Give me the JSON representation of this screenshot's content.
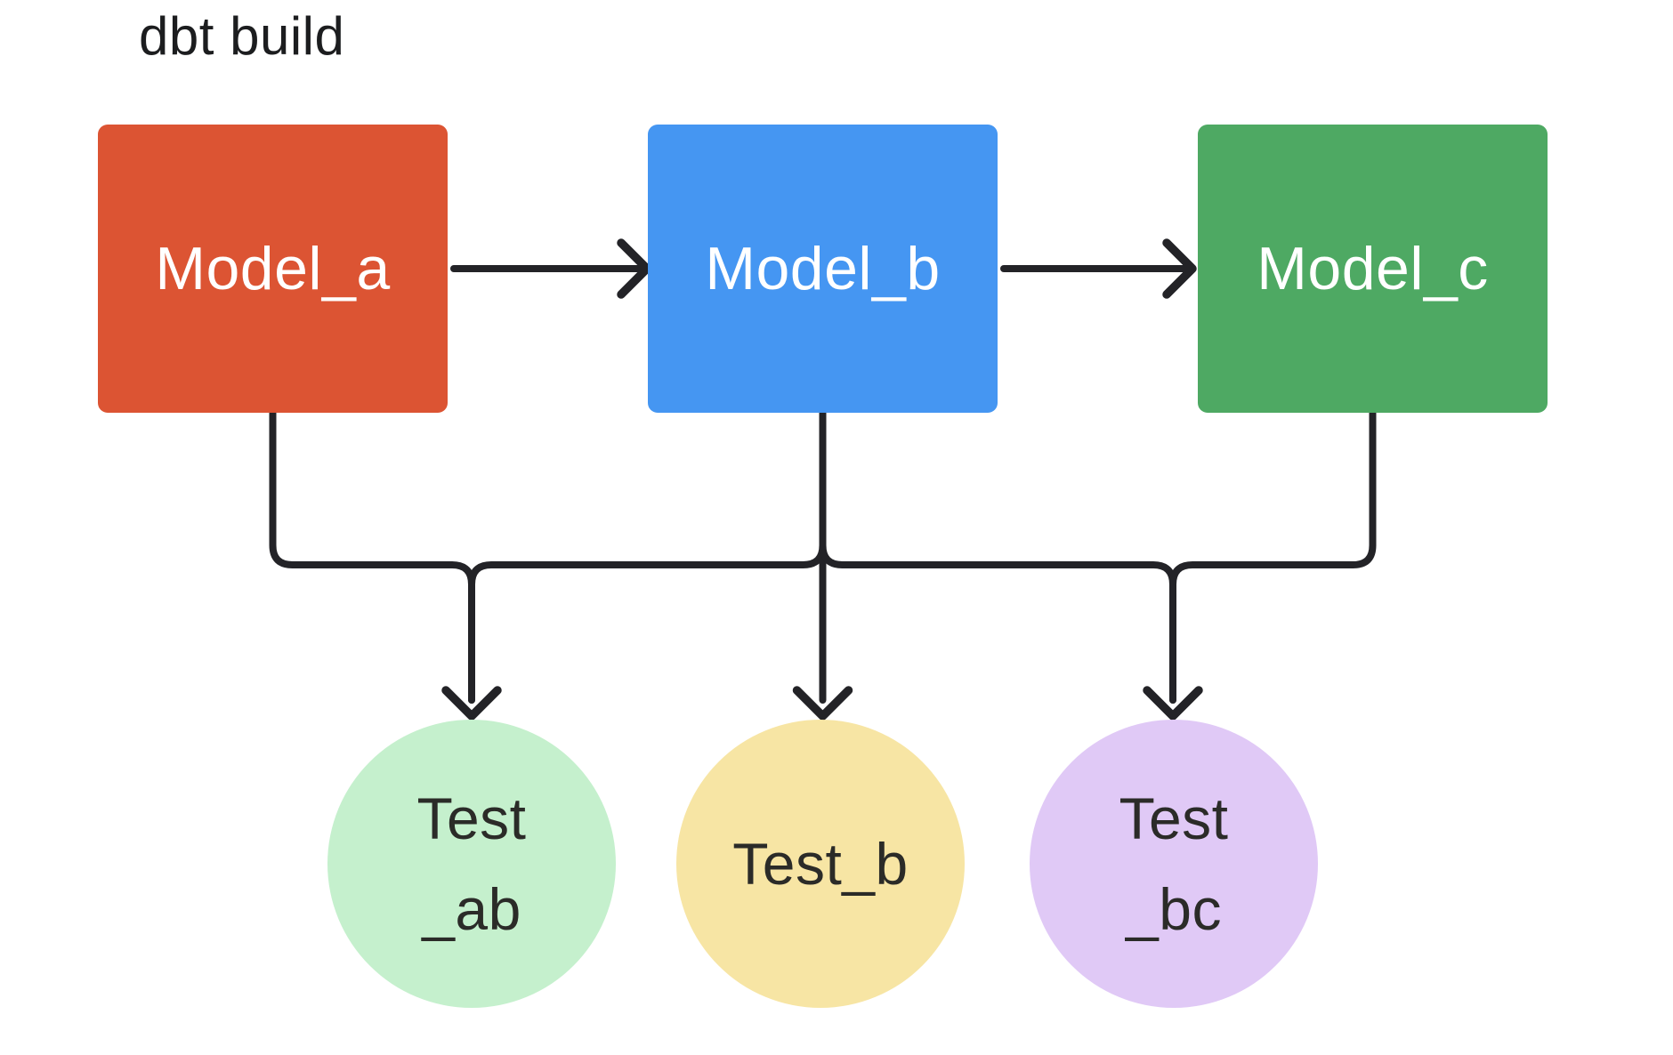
{
  "title": "dbt build",
  "diagram": {
    "background": "#ffffff",
    "line_color": "#232327",
    "title_color": "#1c1d1f"
  },
  "nodes": {
    "model_a": {
      "label": "Model_a",
      "color": "#dc5433",
      "text_color": "#ffffff"
    },
    "model_b": {
      "label": "Model_b",
      "color": "#4596f2",
      "text_color": "#ffffff"
    },
    "model_c": {
      "label": "Model_c",
      "color": "#4ea963",
      "text_color": "#ffffff"
    },
    "test_ab": {
      "line1": "Test",
      "line2": "_ab",
      "color": "#c5f0cd",
      "text_color": "#2b2b28"
    },
    "test_b": {
      "line1": "Test_b",
      "color": "#f7e5a4",
      "text_color": "#2b2b28"
    },
    "test_bc": {
      "line1": "Test",
      "line2": "_bc",
      "color": "#e0c9f6",
      "text_color": "#2b2b28"
    }
  },
  "edges": [
    {
      "from": "Model_a",
      "to": "Model_b"
    },
    {
      "from": "Model_b",
      "to": "Model_c"
    },
    {
      "from": "Model_a",
      "to": "Test_ab"
    },
    {
      "from": "Model_b",
      "to": "Test_ab"
    },
    {
      "from": "Model_b",
      "to": "Test_b"
    },
    {
      "from": "Model_b",
      "to": "Test_bc"
    },
    {
      "from": "Model_c",
      "to": "Test_bc"
    }
  ]
}
